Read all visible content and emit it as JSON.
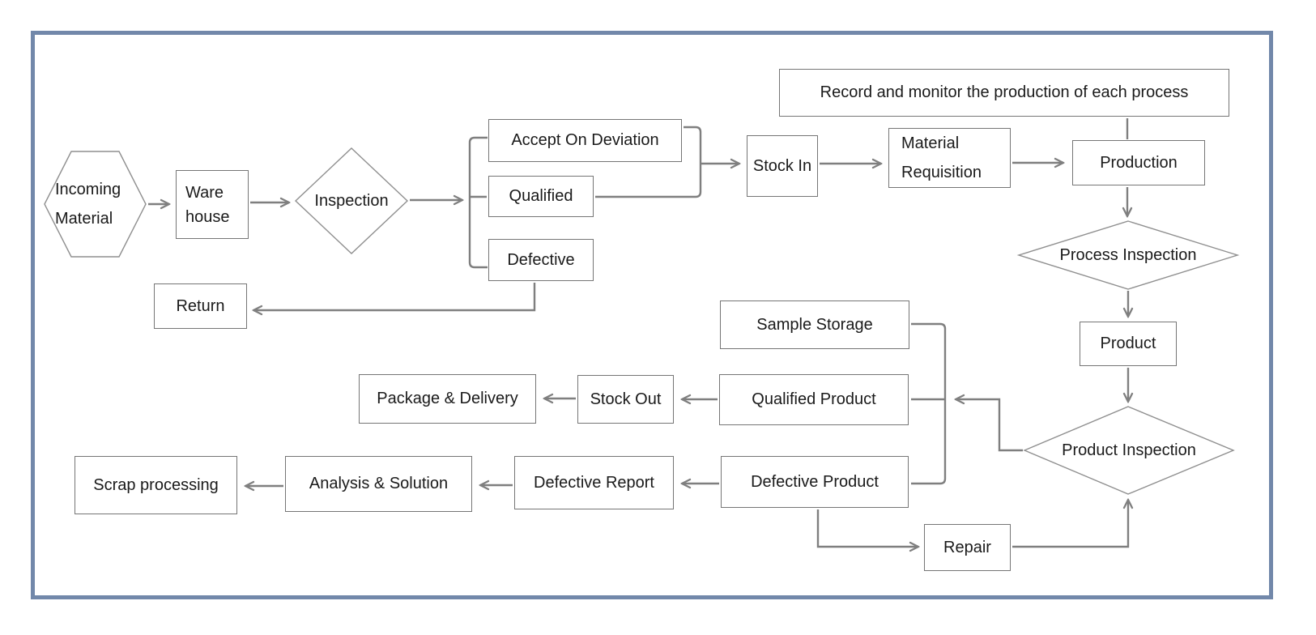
{
  "diagram": {
    "title": "Production and quality control flowchart",
    "frame_color": "#7288aa",
    "line_color": "#7f7f7f",
    "nodes": {
      "incoming_material": {
        "label": "Incoming\nMaterial",
        "shape": "hexagon"
      },
      "warehouse": {
        "label": "Ware\nhouse",
        "shape": "rect"
      },
      "inspection": {
        "label": "Inspection",
        "shape": "diamond"
      },
      "accept_on_deviation": {
        "label": "Accept On Deviation",
        "shape": "rect"
      },
      "qualified": {
        "label": "Qualified",
        "shape": "rect"
      },
      "defective": {
        "label": "Defective",
        "shape": "rect"
      },
      "return": {
        "label": "Return",
        "shape": "rect"
      },
      "stock_in": {
        "label": "Stock In",
        "shape": "rect"
      },
      "material_requisition": {
        "label": "Material\nRequisition",
        "shape": "rect"
      },
      "record_monitor": {
        "label": "Record and monitor the production of each process",
        "shape": "rect"
      },
      "production": {
        "label": "Production",
        "shape": "rect"
      },
      "process_inspection": {
        "label": "Process Inspection",
        "shape": "diamond"
      },
      "product": {
        "label": "Product",
        "shape": "rect"
      },
      "product_inspection": {
        "label": "Product Inspection",
        "shape": "diamond"
      },
      "sample_storage": {
        "label": "Sample Storage",
        "shape": "rect"
      },
      "qualified_product": {
        "label": "Qualified Product",
        "shape": "rect"
      },
      "defective_product": {
        "label": "Defective Product",
        "shape": "rect"
      },
      "stock_out": {
        "label": "Stock Out",
        "shape": "rect"
      },
      "package_delivery": {
        "label": "Package & Delivery",
        "shape": "rect"
      },
      "defective_report": {
        "label": "Defective Report",
        "shape": "rect"
      },
      "analysis_solution": {
        "label": "Analysis & Solution",
        "shape": "rect"
      },
      "scrap_processing": {
        "label": "Scrap processing",
        "shape": "rect"
      },
      "repair": {
        "label": "Repair",
        "shape": "rect"
      }
    },
    "edges": [
      {
        "from": "incoming_material",
        "to": "warehouse"
      },
      {
        "from": "warehouse",
        "to": "inspection"
      },
      {
        "from": "inspection",
        "to": "accept_on_deviation"
      },
      {
        "from": "inspection",
        "to": "qualified"
      },
      {
        "from": "inspection",
        "to": "defective"
      },
      {
        "from": "accept_on_deviation",
        "to": "stock_in"
      },
      {
        "from": "qualified",
        "to": "stock_in"
      },
      {
        "from": "defective",
        "to": "return"
      },
      {
        "from": "stock_in",
        "to": "material_requisition"
      },
      {
        "from": "material_requisition",
        "to": "production"
      },
      {
        "from": "record_monitor",
        "to": "production"
      },
      {
        "from": "production",
        "to": "process_inspection"
      },
      {
        "from": "process_inspection",
        "to": "product"
      },
      {
        "from": "product",
        "to": "product_inspection"
      },
      {
        "from": "product_inspection",
        "to": "sample_storage"
      },
      {
        "from": "product_inspection",
        "to": "qualified_product"
      },
      {
        "from": "product_inspection",
        "to": "defective_product"
      },
      {
        "from": "qualified_product",
        "to": "stock_out"
      },
      {
        "from": "stock_out",
        "to": "package_delivery"
      },
      {
        "from": "defective_product",
        "to": "defective_report"
      },
      {
        "from": "defective_report",
        "to": "analysis_solution"
      },
      {
        "from": "analysis_solution",
        "to": "scrap_processing"
      },
      {
        "from": "defective_product",
        "to": "repair"
      },
      {
        "from": "repair",
        "to": "product_inspection"
      }
    ]
  }
}
